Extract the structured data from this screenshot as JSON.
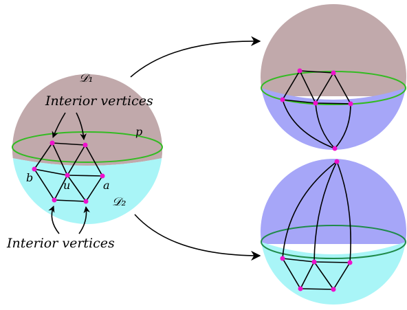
{
  "colors": {
    "region_d1": "#c1a9ab",
    "region_d2_cyan": "#a9f5f7",
    "region_blue": "#a6a6f8",
    "boundary_curve": "#33bb22",
    "boundary_curve_alt": "#1f8a4a",
    "vertex": "#ee11cc",
    "edge": "#000000"
  },
  "labels": {
    "d1": "𝒟₁",
    "d2": "𝒟₂",
    "interior_top": "Interior vertices",
    "interior_bottom": "Interior vertices",
    "p": "p",
    "b": "b",
    "u": "u",
    "a": "a"
  },
  "icons": {
    "arrow_top": "arrow-to-top-right-sphere",
    "arrow_bottom": "arrow-to-bottom-right-sphere"
  }
}
